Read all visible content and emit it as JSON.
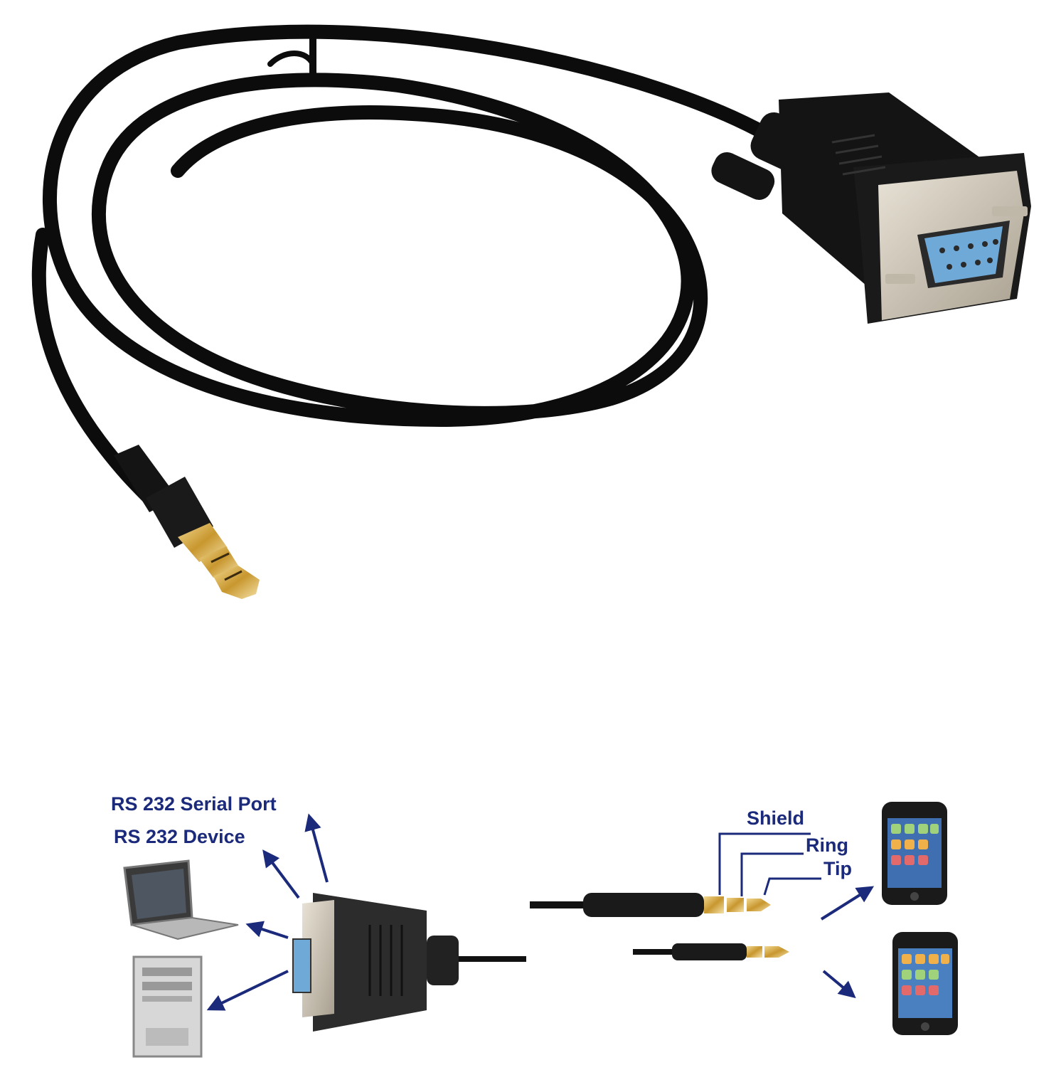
{
  "image": {
    "subject": "RS232 DB9 female to 3.5mm audio jack serial cable",
    "diagram": {
      "labels": {
        "serial_port": "RS 232 Serial Port",
        "device": "RS 232 Device",
        "shield": "Shield",
        "ring": "Ring",
        "tip": "Tip"
      }
    }
  },
  "colors": {
    "cable": "#0c0c0c",
    "connector": "#141414",
    "pin_insert": "#6fa9d8",
    "metal_shell": "#c9c2b4",
    "gold": "#d9b460",
    "label_text": "#1b2a7a",
    "arrow": "#1b2a7a"
  }
}
